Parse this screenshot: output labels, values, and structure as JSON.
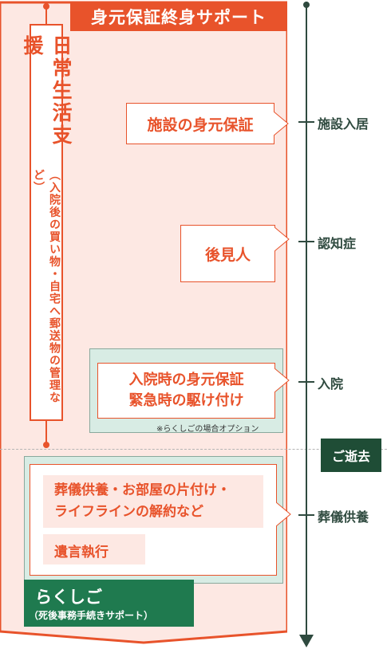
{
  "title": "身元保証終身サポート",
  "daily_support": {
    "main": "日常生活支援",
    "sub": "（入院後の買い物・自宅へ郵送物の管理など）"
  },
  "callouts": {
    "facility": "施設の身元保証",
    "guardian": "後見人",
    "hospital_line1": "入院時の身元保証",
    "hospital_line2": "緊急時の駆け付け",
    "option_note": "※らくしごの場合オプション"
  },
  "rakushigo_box": {
    "row1": "葬儀供養・お部屋の片付け・",
    "row2": "ライフラインの解約など",
    "row3": "遺言執行",
    "name": "らくしご",
    "subname": "（死後事務手続きサポート）"
  },
  "timeline": {
    "labels": [
      "施設入居",
      "認知症",
      "入院",
      "葬儀供養"
    ],
    "departure": "ご逝去"
  },
  "colors": {
    "orange": "#e8532b",
    "pink_bg": "#fde8e3",
    "teal_bg": "#d8ece4",
    "green": "#1f7a4f",
    "dark_green": "#1f4d36",
    "timeline": "#2f4a3f"
  }
}
